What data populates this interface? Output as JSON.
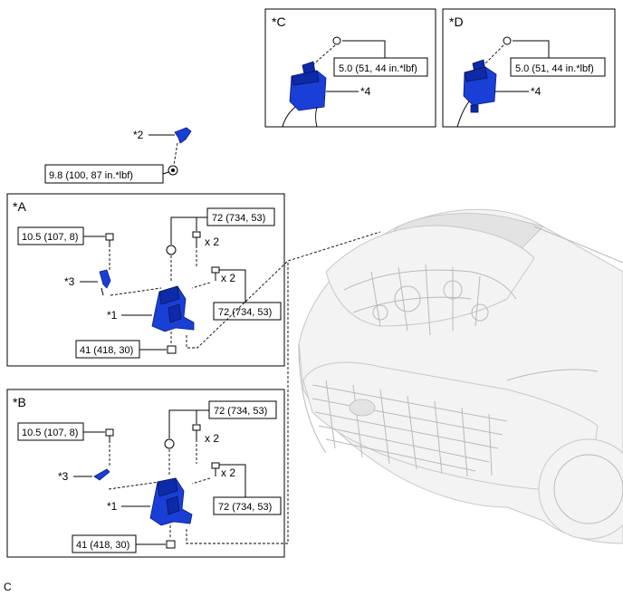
{
  "panels": {
    "A": {
      "tag": "*A"
    },
    "B": {
      "tag": "*B"
    },
    "C": {
      "tag": "*C"
    },
    "D": {
      "tag": "*D"
    }
  },
  "callouts": {
    "star1": "*1",
    "star2": "*2",
    "star3": "*3",
    "star4": "*4"
  },
  "torques": {
    "t98": "9.8 (100, 87 in.*lbf)",
    "t105": "10.5 (107, 8)",
    "t72": "72 (734, 53)",
    "t41": "41 (418, 30)",
    "t50": "5.0 (51, 44 in.*lbf)"
  },
  "quantity": "x 2",
  "footer_code": "C",
  "colors": {
    "part": "#1a3fd6",
    "outline": "#000000",
    "vehicle": "#c8c8c8"
  }
}
